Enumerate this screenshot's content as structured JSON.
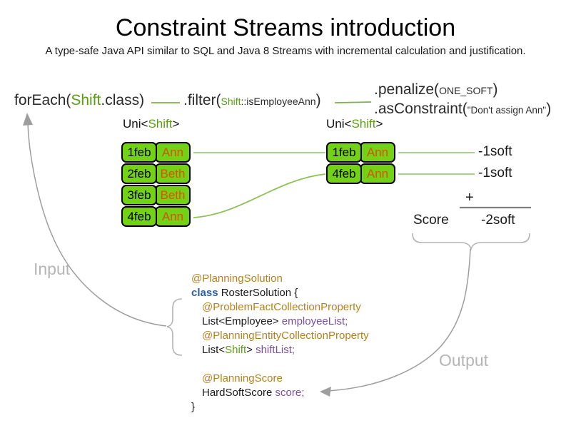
{
  "title": "Constraint Streams introduction",
  "subtitle": "A type-safe Java API similar to SQL and Java 8 Streams with incremental calculation and justification.",
  "pipeline": {
    "foreach": {
      "pre": "forEach(",
      "cls": "Shift",
      "post": ".class)"
    },
    "filter": {
      "pre": ".filter(",
      "arg_cls": "Shift",
      "arg_rest": "::isEmployeeAnn",
      "post": ")"
    },
    "penalize": {
      "pre": ".penalize(",
      "arg": "ONE_SOFT",
      "post": ")"
    },
    "asconstraint": {
      "pre": ".asConstraint(",
      "arg": "\"Don't assign Ann\"",
      "post": ")"
    }
  },
  "streams": {
    "left": {
      "label_pre": "Uni<",
      "label_cls": "Shift",
      "label_post": ">",
      "rows": [
        {
          "date": "1feb",
          "employee": "Ann"
        },
        {
          "date": "2feb",
          "employee": "Beth"
        },
        {
          "date": "3feb",
          "employee": "Beth"
        },
        {
          "date": "4feb",
          "employee": "Ann"
        }
      ]
    },
    "right": {
      "label_pre": "Uni<",
      "label_cls": "Shift",
      "label_post": ">",
      "rows": [
        {
          "date": "1feb",
          "employee": "Ann"
        },
        {
          "date": "4feb",
          "employee": "Ann"
        }
      ]
    }
  },
  "scores": {
    "penalties": [
      "-1soft",
      "-1soft"
    ],
    "plus": "+",
    "score_label": "Score",
    "total": "-2soft"
  },
  "labels": {
    "input": "Input",
    "output": "Output"
  },
  "code": {
    "line1": "@PlanningSolution",
    "line2_keyword": "class",
    "line2_rest": " RosterSolution {",
    "line3": "@ProblemFactCollectionProperty",
    "line4_type": "List<Employee> ",
    "line4_field": "employeeList;",
    "line5": "@PlanningEntityCollectionProperty",
    "line6_pre": "List<",
    "line6_cls": "Shift",
    "line6_post": "> ",
    "line6_field": "shiftList;",
    "line7": "@PlanningScore",
    "line8_type": "HardSoftScore ",
    "line8_field": "score;",
    "line9": "}"
  },
  "colors": {
    "box_green": "#73d216",
    "employee_orange": "#d45500",
    "class_green": "#5a9e14",
    "annotation_gold": "#b5811c",
    "keyword_blue": "#2c5fa8",
    "field_purple": "#7b4fa0",
    "connector_light_green": "#a6d48c",
    "pipeline_green": "#7cb342",
    "arrow_gray": "#9e9e9e"
  }
}
